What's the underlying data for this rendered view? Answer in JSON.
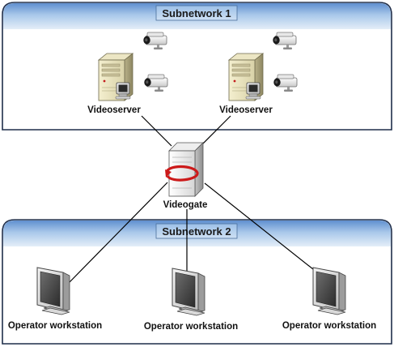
{
  "subnetwork_1": {
    "title": "Subnetwork 1"
  },
  "subnetwork_2": {
    "title": "Subnetwork 2"
  },
  "videoservers": [
    {
      "label": "Videoserver"
    },
    {
      "label": "Videoserver"
    }
  ],
  "videogate": {
    "label": "Videogate"
  },
  "workstations": [
    {
      "label": "Operator workstation"
    },
    {
      "label": "Operator workstation"
    },
    {
      "label": "Operator workstation"
    }
  ],
  "colors": {
    "panel_border": "#1f2e4a",
    "header_band_top": "#6f9fd6",
    "header_band_bottom": "#d8e8f6",
    "line": "#000000",
    "gate_accent": "#cc1a1a"
  },
  "icons": [
    "ip-camera-icon",
    "server-tower-icon",
    "video-gateway-icon",
    "crt-monitor-icon"
  ]
}
